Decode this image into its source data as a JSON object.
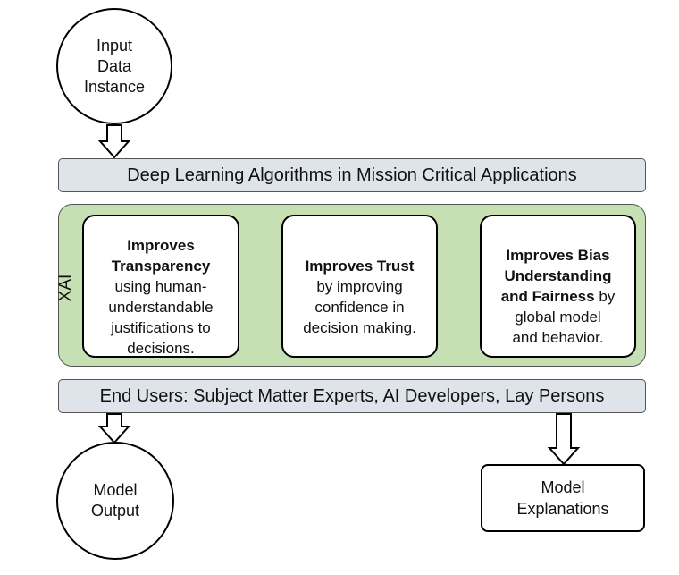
{
  "nodes": {
    "input": "Input\nData\nInstance",
    "deep_learning": "Deep Learning Algorithms in Mission Critical Applications",
    "xai_label": "XAI",
    "end_users": "End Users: Subject Matter Experts, AI Developers, Lay Persons",
    "model_output": "Model\nOutput",
    "model_explanations": "Model\nExplanations"
  },
  "cards": [
    {
      "bold": "Improves\nTransparency",
      "text": "using human-\nunderstandable\njustifications to\ndecisions."
    },
    {
      "bold": "Improves Trust",
      "text": "by improving\nconfidence in\ndecision making."
    },
    {
      "bold": "Improves Bias\nUnderstanding\nand Fairness",
      "text": " by\nglobal model\nand behavior."
    }
  ],
  "colors": {
    "bar_fill": "#dfe3ea",
    "xai_fill": "#c7e0b3",
    "stroke": "#000000"
  }
}
